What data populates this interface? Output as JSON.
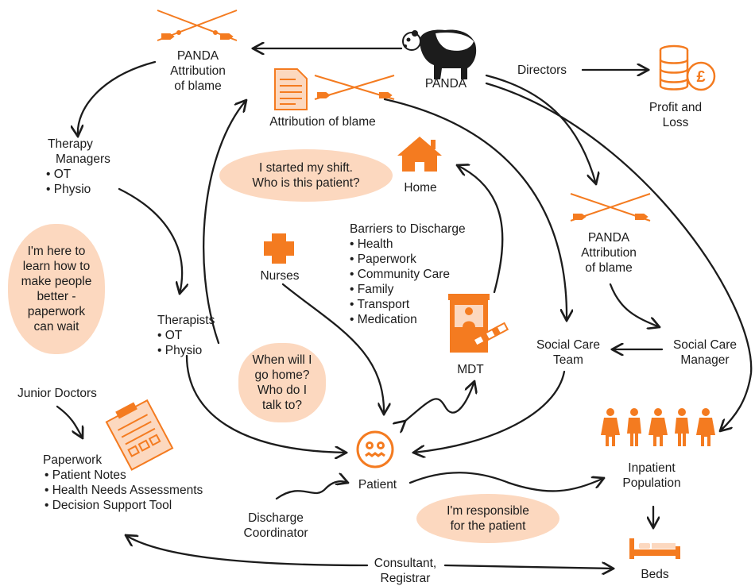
{
  "accent_color": "#f47b20",
  "cloud_color": "#fcd8bf",
  "nodes": {
    "panda_left": [
      "PANDA",
      "Attribution",
      "of blame"
    ],
    "attribution_center": "Attribution of blame",
    "panda": "PANDA",
    "directors": "Directors",
    "profit_loss": [
      "Profit and",
      "Loss"
    ],
    "therapy_managers": {
      "title": [
        "Therapy",
        "Managers"
      ],
      "items": [
        "OT",
        "Physio"
      ]
    },
    "home": "Home",
    "nurses": "Nurses",
    "barriers": {
      "title": "Barriers to Discharge",
      "items": [
        "Health",
        "Paperwork",
        "Community Care",
        "Family",
        "Transport",
        "Medication"
      ]
    },
    "panda_right": [
      "PANDA",
      "Attribution",
      "of blame"
    ],
    "therapists": {
      "title": "Therapists",
      "items": [
        "OT",
        "Physio"
      ]
    },
    "mdt": "MDT",
    "social_care_team": [
      "Social Care",
      "Team"
    ],
    "social_care_manager": [
      "Social Care",
      "Manager"
    ],
    "junior_doctors": "Junior Doctors",
    "paperwork": {
      "title": "Paperwork",
      "items": [
        "Patient Notes",
        "Health Needs Assessments",
        "Decision Support Tool"
      ]
    },
    "patient": "Patient",
    "inpatient": [
      "Inpatient",
      "Population"
    ],
    "discharge_coordinator": [
      "Discharge",
      "Coordinator"
    ],
    "consultant": [
      "Consultant,",
      "Registrar"
    ],
    "beds": "Beds"
  },
  "clouds": {
    "shift": [
      "I started my shift.",
      "Who is this patient?"
    ],
    "learn": [
      "I'm here to",
      "learn how to",
      "make people",
      "better -",
      "paperwork",
      "can wait"
    ],
    "when": [
      "When will I",
      "go home?",
      "Who do I",
      "talk to?"
    ],
    "responsible": [
      "I'm responsible",
      "for the patient"
    ]
  },
  "icons": [
    "crossed-swords-icon",
    "panda-icon",
    "coin-stack-pound-icon",
    "document-icon",
    "house-icon",
    "medical-cross-icon",
    "barrier-booth-icon",
    "people-group-icon",
    "clipboard-icon",
    "patient-face-icon",
    "bed-icon"
  ]
}
